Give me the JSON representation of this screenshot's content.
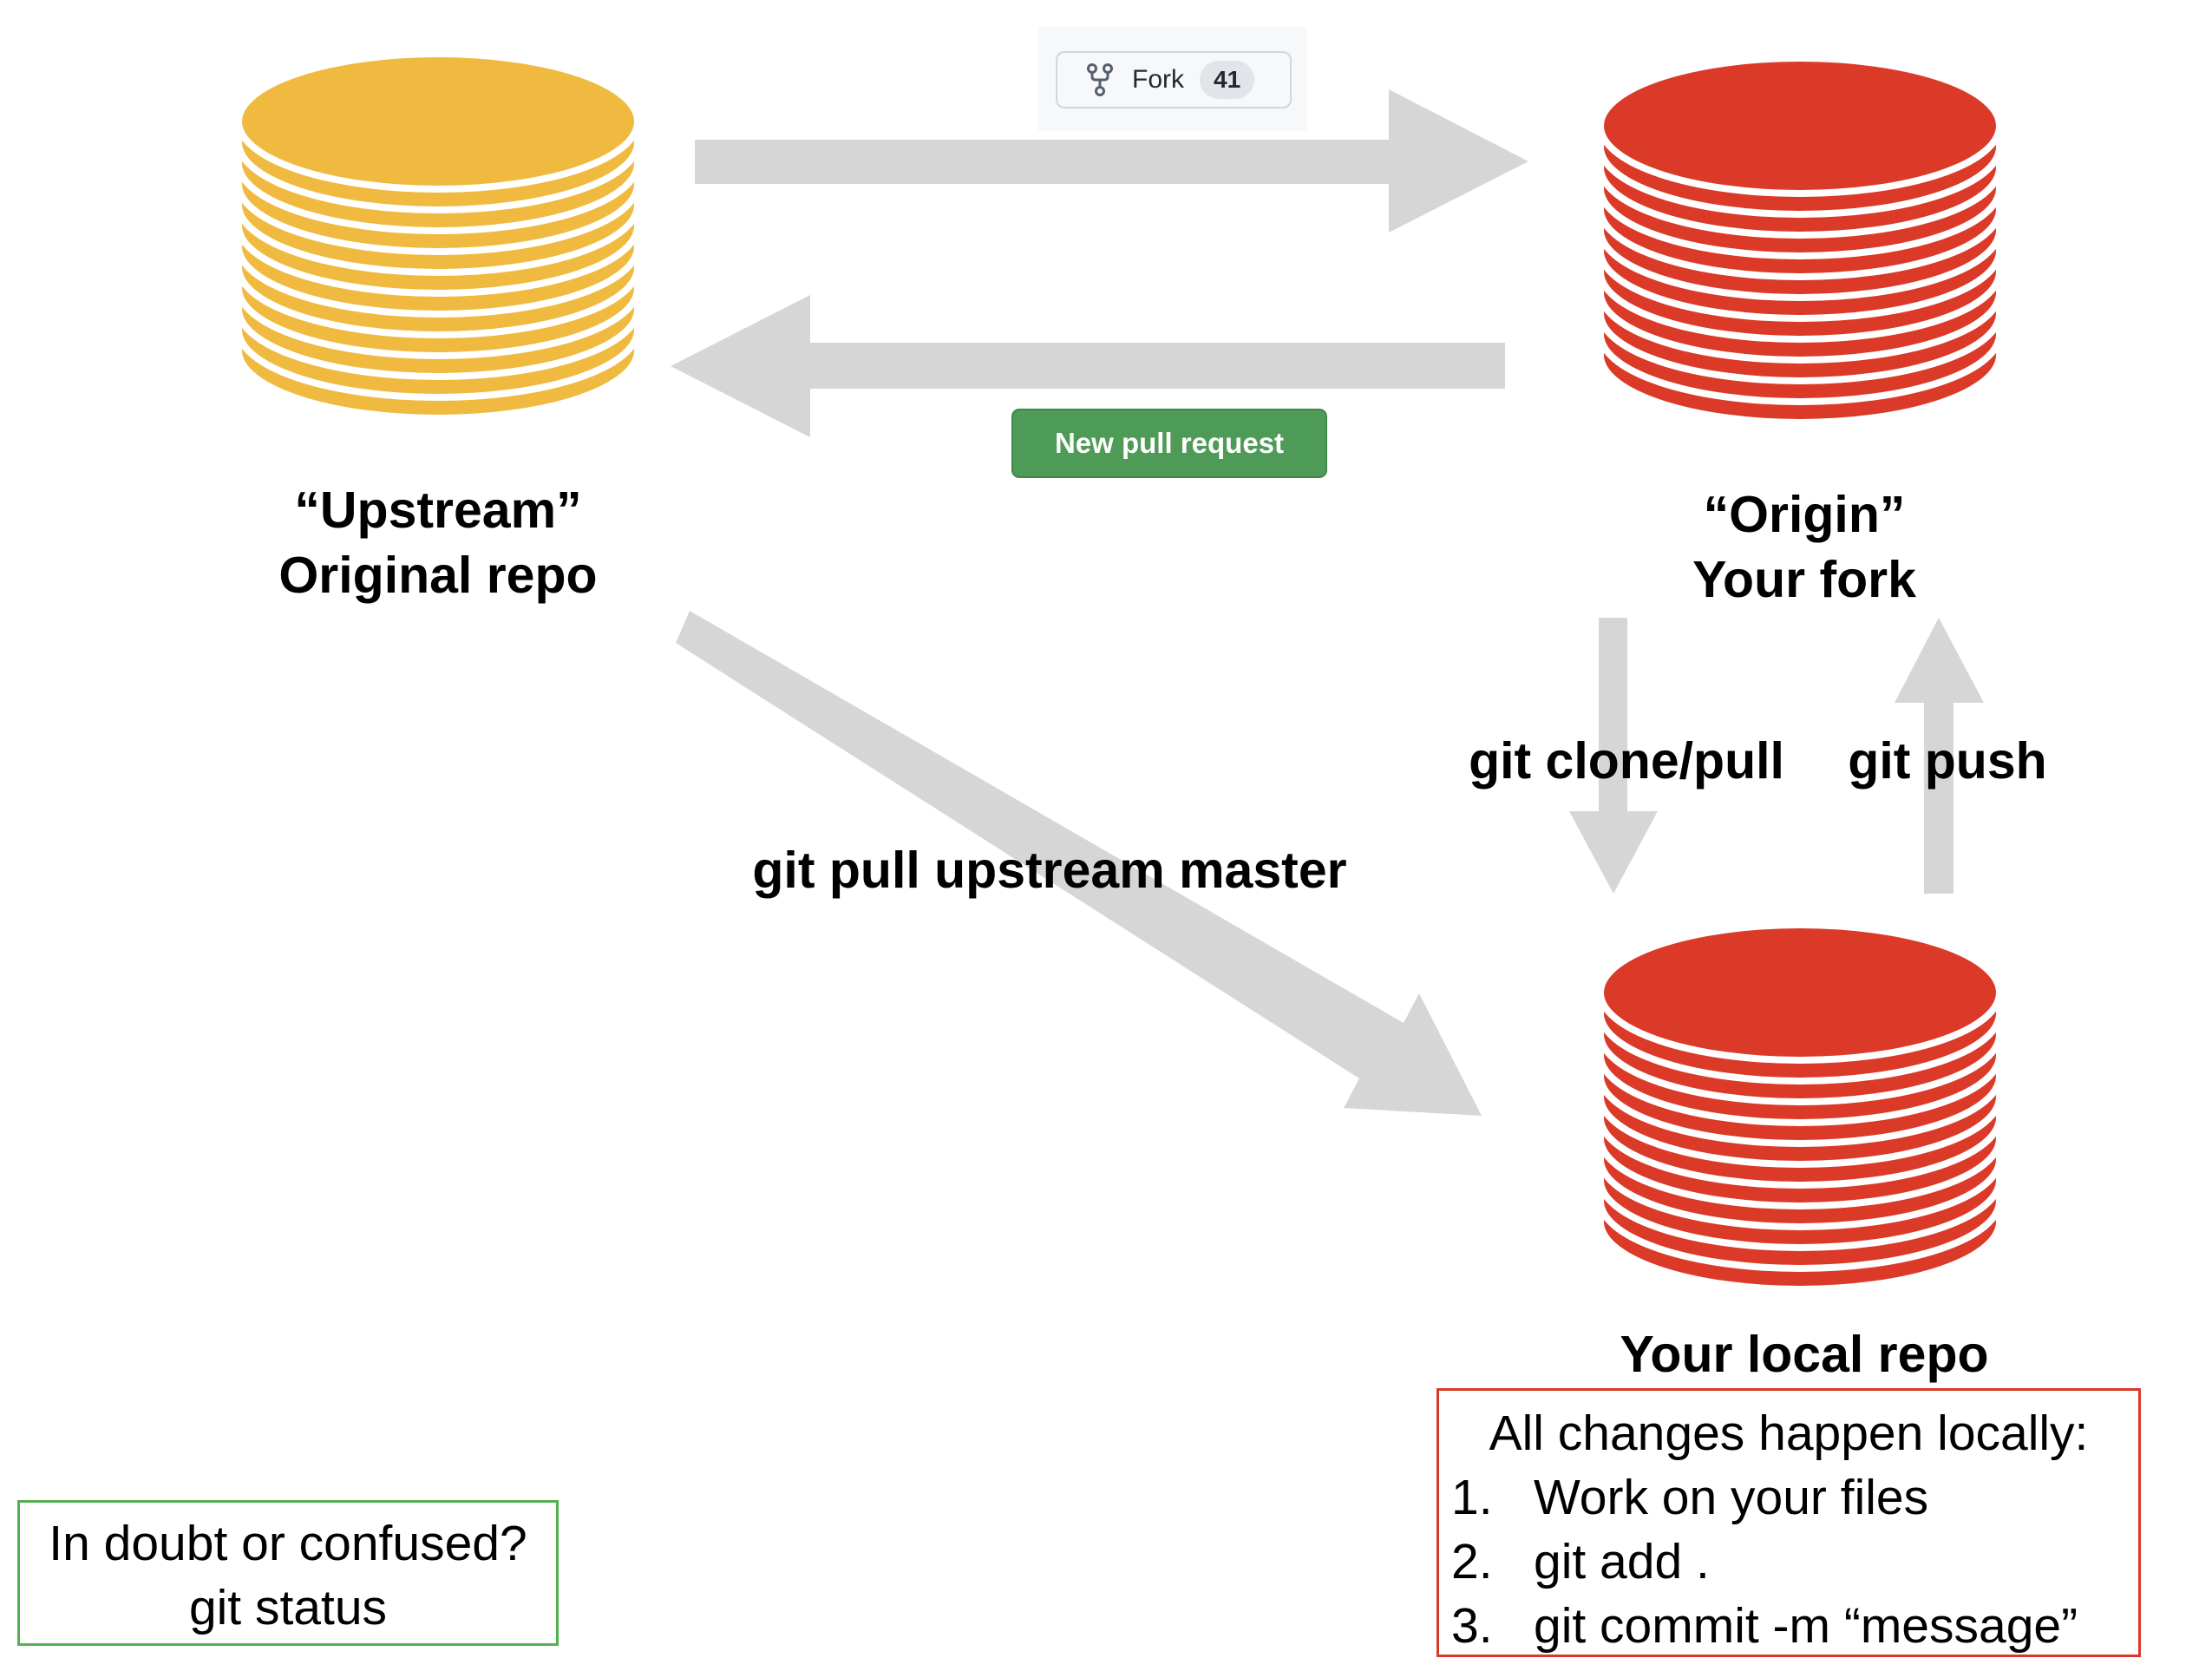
{
  "colors": {
    "upstream": "#efba3f",
    "fork": "#db3a28",
    "arrow": "#d6d6d6",
    "pull_request": "#4e9b58"
  },
  "nodes": {
    "upstream": {
      "quote": "“Upstream”",
      "name": "Original repo"
    },
    "origin": {
      "quote": "“Origin”",
      "name": "Your fork"
    },
    "local": {
      "name": "Your local repo"
    }
  },
  "badges": {
    "fork": {
      "icon": "repo-forked-icon",
      "label": "Fork",
      "count": "41"
    },
    "pull_request": {
      "label": "New pull request"
    }
  },
  "edges": {
    "clone": "git clone/pull",
    "push": "git push",
    "pull_upstream": "git pull upstream master"
  },
  "local_note": {
    "title": "All changes happen locally:",
    "steps": [
      {
        "num": "1.",
        "text": "Work on your files"
      },
      {
        "num": "2.",
        "text": "git add ."
      },
      {
        "num": "3.",
        "text": "git commit -m “message”"
      }
    ]
  },
  "help_note": {
    "line1": "In doubt or confused?",
    "line2": "git status"
  }
}
